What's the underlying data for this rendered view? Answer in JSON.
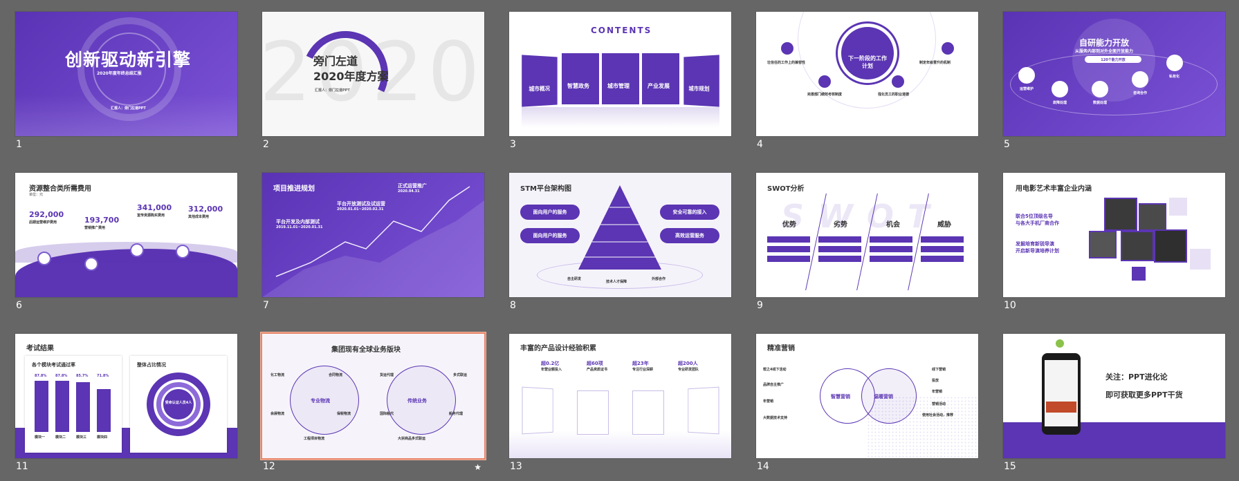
{
  "slides": [
    {
      "n": "1",
      "title": "创新驱动新引擎",
      "subtitle": "2020年度年终总结汇报",
      "reporter": "汇报人：旁门左道PPT"
    },
    {
      "n": "2",
      "bigyear": "2020",
      "title1": "旁门左道",
      "title2": "2020年度方案",
      "reporter": "汇报人：旁门左道PPT"
    },
    {
      "n": "3",
      "title": "CONTENTS",
      "items": [
        "城市概况",
        "智慧政务",
        "城市管理",
        "产业发展",
        "城市规划"
      ]
    },
    {
      "n": "4",
      "center": "下一阶段的工作计划",
      "nodes": [
        "壮信任的工作上的兼容性",
        "制定年级晋升的机制",
        "完善部门绩效考核制度",
        "强化员工的职业道德"
      ]
    },
    {
      "n": "5",
      "title": "自研能力开放",
      "subtitle": "从服务内部到对外全面开放能力",
      "badge": "120个能力开放",
      "nodes": [
        "运营维护",
        "故障处理",
        "数据处理",
        "咨询合作",
        "私有化"
      ]
    },
    {
      "n": "6",
      "title": "资源整合类所需费用",
      "unit": "单位：元",
      "values": [
        "292,000",
        "193,700",
        "341,000",
        "312,000"
      ],
      "labels": [
        "后期运营维护费用",
        "营销推广费用",
        "宣传资源购买费用",
        "其他成本费用"
      ]
    },
    {
      "n": "7",
      "title": "项目推进规划",
      "stages": [
        "平台开发及内部测试",
        "平台开放测试及试运营",
        "正式运营推广"
      ],
      "dates": [
        "2019.11.01~2020.01.31",
        "2020.01.01~2020.02.31",
        "2020.04.31"
      ]
    },
    {
      "n": "8",
      "title": "STM平台架构图",
      "left": [
        "面向用户的服务",
        "面向用户的服务"
      ],
      "right": [
        "安全可靠的接入",
        "高效运营服务"
      ],
      "base": [
        "自主研发",
        "技术人才保障",
        "外部合作"
      ]
    },
    {
      "n": "9",
      "title": "SWOT分析",
      "bg": "SWOT",
      "headers": [
        "优势",
        "劣势",
        "机会",
        "威胁"
      ]
    },
    {
      "n": "10",
      "title": "用电影艺术丰富企业内涵",
      "line1": "联合5位顶级名导",
      "line2": "与各大手机厂商合作",
      "line3": "发掘培育新锐导演",
      "line4": "开启新导演培养计划"
    },
    {
      "n": "11",
      "title": "考试结果",
      "left_title": "各个模块考试通过率",
      "right_title": "整体占比情况",
      "pcts": [
        "87.8%",
        "87.8%",
        "85.7%",
        "71.8%"
      ],
      "center": "受命认证人员4人",
      "cats": [
        "模块一",
        "模块二",
        "模块三",
        "模块四"
      ]
    },
    {
      "n": "12",
      "title": "集团现有全球业务版块",
      "hub1": "专业物流",
      "hub2": "传统业务",
      "left": [
        "化工物流",
        "合同物流",
        "会展物流",
        "保税物流",
        "工程项目物流"
      ],
      "right": [
        "货运代理",
        "多式联运",
        "国际船代",
        "船务代理",
        "大宗商品多式联运"
      ],
      "star": "★"
    },
    {
      "n": "13",
      "title": "丰富的产品设计经验积累",
      "stats": [
        "超0.2亿",
        "超60项",
        "超23年",
        "超200人"
      ],
      "statlabels": [
        "年营业额投入",
        "产品资质证书",
        "专注行业深耕",
        "专业研发团队"
      ]
    },
    {
      "n": "14",
      "title": "精准营销",
      "hub1": "智慧营销",
      "hub2": "温暖营销",
      "left": [
        "帮之4线下活动",
        "品牌自主推广",
        "年营销",
        "大数据技术支持"
      ],
      "right": [
        "线下营销",
        "投放",
        "年营销",
        "营销活动",
        "使用社会活动，推荐"
      ]
    },
    {
      "n": "15",
      "line1": "关注：PPT进化论",
      "line2": "即可获取更多PPT干货"
    }
  ],
  "colors": {
    "accent": "#5b35b3",
    "bg": "#666666"
  }
}
